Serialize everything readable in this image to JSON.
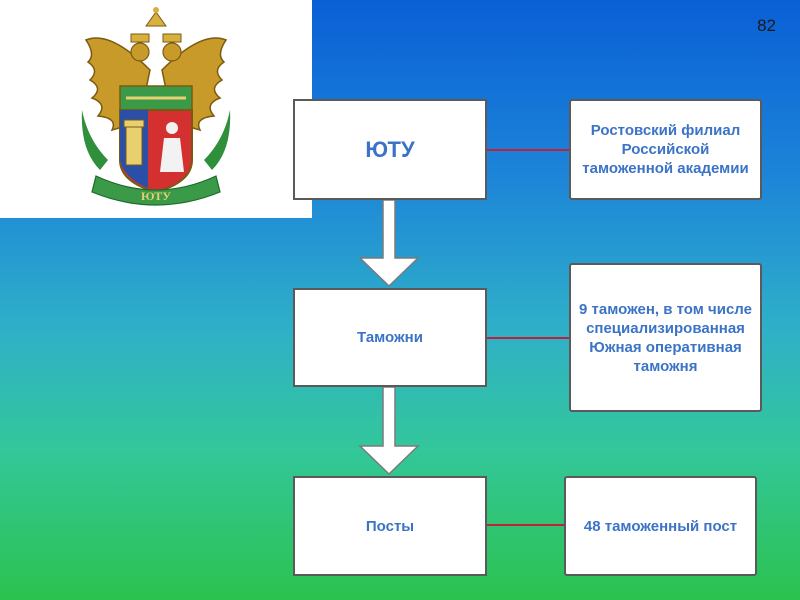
{
  "slide": {
    "number": "82"
  },
  "emblem": {
    "ribbon_text": "ЮТУ"
  },
  "levels": [
    {
      "label": "ЮТУ",
      "description": "Ростовский филиал Российской таможенной академии"
    },
    {
      "label": "Таможни",
      "description": "9 таможен, в том числе специализированная Южная оперативная таможня"
    },
    {
      "label": "Посты",
      "description": "48 таможенный пост"
    }
  ],
  "colors": {
    "box_text": "#3b73c7",
    "connector": "#c0203a",
    "box_border": "#5a5a5a"
  }
}
